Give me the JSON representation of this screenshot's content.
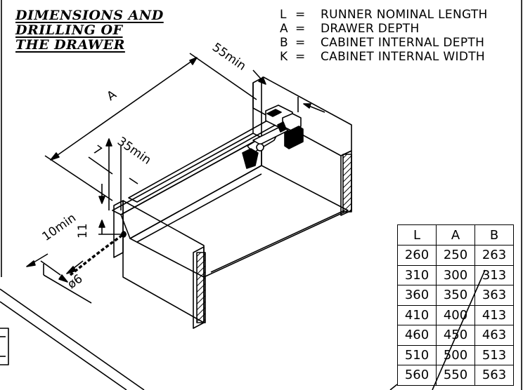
{
  "title": {
    "line1": "DIMENSIONS AND",
    "line2": "DRILLING OF",
    "line3": "THE DRAWER"
  },
  "legend": [
    {
      "symbol": "L",
      "eq": "=",
      "text": "RUNNER NOMINAL LENGTH"
    },
    {
      "symbol": "A",
      "eq": "=",
      "text": "DRAWER DEPTH"
    },
    {
      "symbol": "B",
      "eq": "=",
      "text": "CABINET INTERNAL DEPTH"
    },
    {
      "symbol": "K",
      "eq": "=",
      "text": "CABINET INTERNAL WIDTH"
    }
  ],
  "dimensions": {
    "a": "A",
    "d55": "55min",
    "d35": "35min",
    "d7": "7",
    "d10": "10min",
    "d11": "11",
    "d6": "ø6"
  },
  "table": {
    "headers": [
      "L",
      "A",
      "B"
    ],
    "rows": [
      [
        "260",
        "250",
        "263"
      ],
      [
        "310",
        "300",
        "313"
      ],
      [
        "360",
        "350",
        "363"
      ],
      [
        "410",
        "400",
        "413"
      ],
      [
        "460",
        "450",
        "463"
      ],
      [
        "510",
        "500",
        "513"
      ],
      [
        "560",
        "550",
        "563"
      ]
    ]
  }
}
